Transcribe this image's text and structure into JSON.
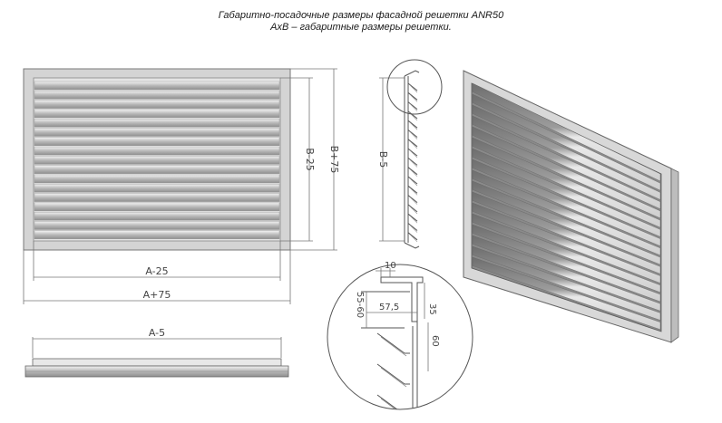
{
  "title_line1": "Габаритно-посадочные размеры фасадной решетки ANR50",
  "title_line2": "AxB – габаритные размеры решетки.",
  "front_view": {
    "width_inner_label": "A-25",
    "width_outer_label": "A+75",
    "height_inner_label": "B-25",
    "height_outer_label": "B+75"
  },
  "side_view": {
    "height_label": "B-5"
  },
  "bottom_view": {
    "width_label": "A-5"
  },
  "detail": {
    "d10": "10",
    "d57": "57,5",
    "d5560": "55-60",
    "d35": "35",
    "d60": "60"
  },
  "colors": {
    "frame": "#cfcfcf",
    "slat_dark": "#9a9a9a",
    "slat_light": "#e6e6e6",
    "lines": "#555555"
  }
}
